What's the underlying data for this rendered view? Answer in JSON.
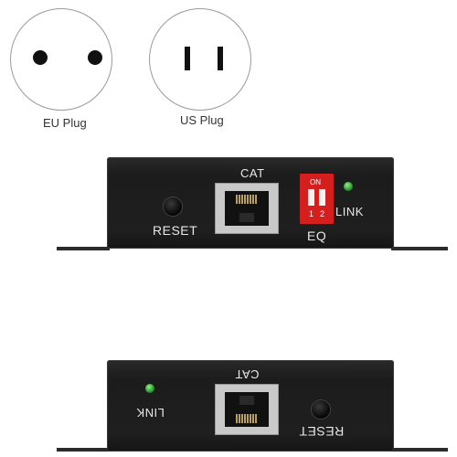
{
  "plugs": {
    "eu_label": "EU Plug",
    "us_label": "US Plug"
  },
  "device_front": {
    "port_label": "CAT",
    "reset_label": "RESET",
    "led_label": "LINK",
    "dip": {
      "on_label": "ON",
      "switch_1": "1",
      "switch_2": "2"
    },
    "eq_label": "EQ",
    "led_color": "#2ecc2e",
    "dip_color": "#d51f1f"
  },
  "device_rear": {
    "port_label": "CAT",
    "reset_label": "RESET",
    "led_label": "LINK"
  }
}
